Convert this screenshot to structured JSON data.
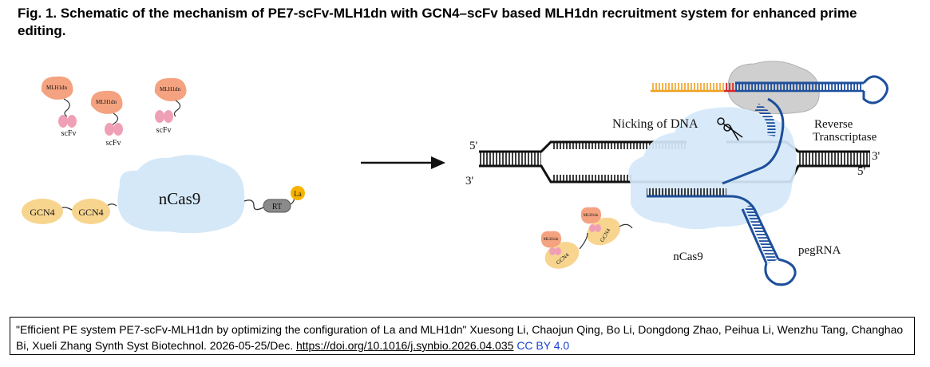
{
  "figure": {
    "title": "Fig. 1. Schematic of the mechanism of PE7-scFv-MLH1dn with GCN4–scFv based MLH1dn recruitment system for enhanced prime editing."
  },
  "left_panel": {
    "mlh1dn_label": "MLH1dn",
    "scfv_label": "scFv",
    "gcn4_label": "GCN4",
    "ncas9_label": "nCas9",
    "rt_label": "RT",
    "la_label": "La"
  },
  "right_panel": {
    "nicking_label": "Nicking of DNA",
    "reverse_label": "Reverse",
    "transcriptase_label": "Transcriptase",
    "five_prime": "5'",
    "three_prime": "3'",
    "ncas9_label": "nCas9",
    "pegrna_label": "pegRNA",
    "gcn4_label": "GCN4",
    "mlh1dn_label": "MLH1dn"
  },
  "citation": {
    "text": "\"Efficient PE system PE7-scFv-MLH1dn by optimizing the configuration of La and MLH1dn\" Xuesong Li, Chaojun Qing, Bo Li, Dongdong Zhao, Peihua Li, Wenzhu Tang, Changhao Bi, Xueli Zhang Synth Syst Biotechnol. 2026-05-25/Dec.",
    "doi": "https://doi.org/10.1016/j.synbio.2026.04.035",
    "license": "CC BY 4.0"
  },
  "colors": {
    "mlh1dn": "#f4a27f",
    "scfv": "#f0a0b6",
    "gcn4": "#f8d58f",
    "ncas9": "#d5e8f8",
    "rt": "#8a8a8a",
    "la": "#f7b300",
    "dna": "#111111",
    "pegrna": "#1e4f9c",
    "edit_red": "#d62828",
    "rna_orange": "#f0a020"
  }
}
